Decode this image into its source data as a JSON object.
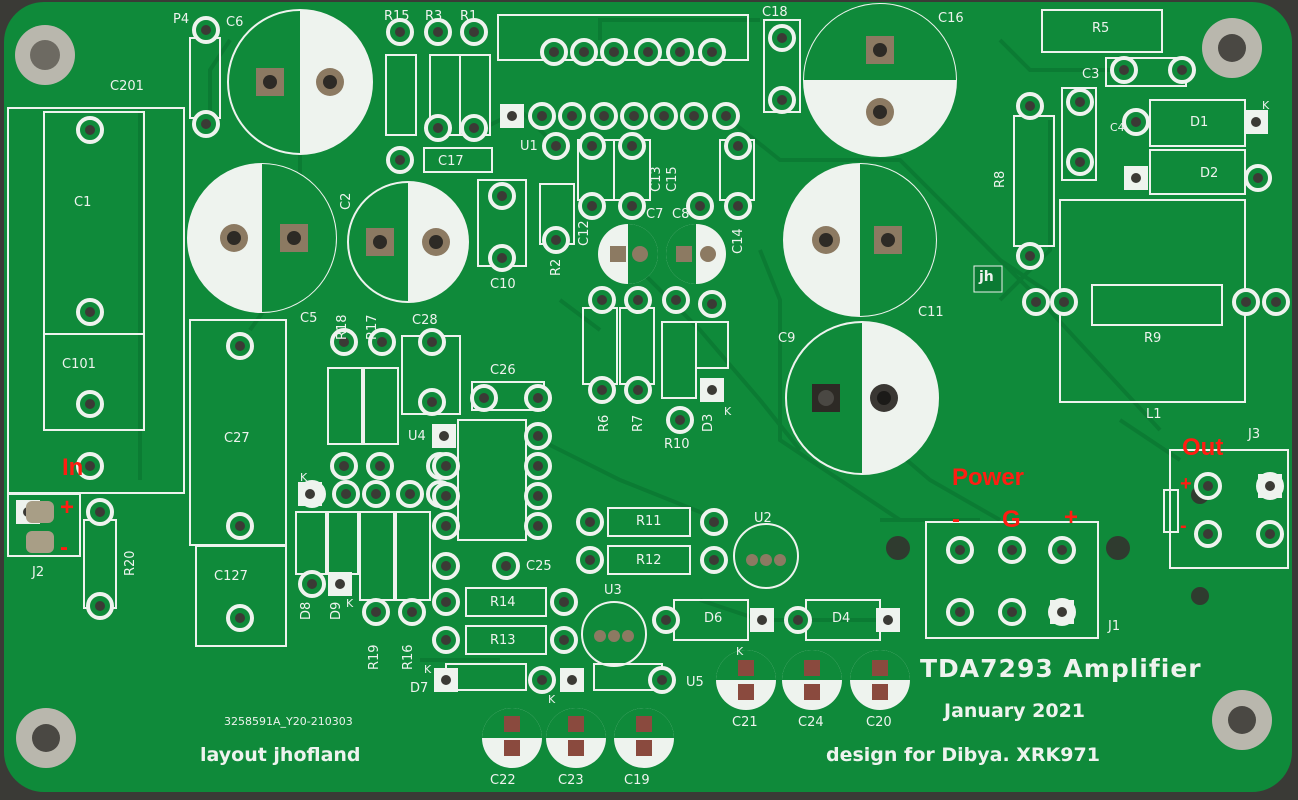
{
  "board": {
    "title": "TDA7293 Amplifier",
    "date": "January 2021",
    "credit": "design for Dibya. XRK971",
    "layout_credit": "layout jhofland",
    "serial": "3258591A_Y20-210303",
    "logo": "jh",
    "colors": {
      "pcb": "#0f8a3a",
      "silk": "#eef3ee",
      "note": "#ff1d12",
      "copper": "#7a5a3a"
    }
  },
  "annotations": {
    "in": "In",
    "in_plus": "+",
    "in_minus": "-",
    "power": "Power",
    "power_minus": "-",
    "power_g": "G",
    "power_plus": "+",
    "out": "Out",
    "out_plus": "+",
    "out_minus": "-"
  },
  "labels": {
    "c201": "C201",
    "c1": "C1",
    "c101": "C101",
    "c27": "C27",
    "c127": "C127",
    "c6": "C6",
    "c5": "C5",
    "c2": "C2",
    "p4": "P4",
    "r15": "R15",
    "r3": "R3",
    "r1": "R1",
    "c17": "C17",
    "u1": "U1",
    "c18": "C18",
    "c16": "C16",
    "r5": "R5",
    "c3": "C3",
    "c4": "C4",
    "d1": "D1",
    "d2": "D2",
    "r8": "R8",
    "c10": "C10",
    "r2": "R2",
    "c12": "C12",
    "c13": "C13",
    "c15": "C15",
    "c7": "C7",
    "c8": "C8",
    "c14": "C14",
    "c11": "C11",
    "r9": "R9",
    "l1": "L1",
    "r18": "R18",
    "r17": "R17",
    "c28": "C28",
    "c26": "C26",
    "u4": "U4",
    "r6": "R6",
    "r7": "R7",
    "r10": "R10",
    "d3": "D3",
    "c9": "C9",
    "j3": "J3",
    "j2": "J2",
    "r20": "R20",
    "r11": "R11",
    "r12": "R12",
    "u2": "U2",
    "c25": "C25",
    "r14": "R14",
    "r13": "R13",
    "u3": "U3",
    "d6": "D6",
    "d4": "D4",
    "j1": "J1",
    "d8": "D8",
    "d9": "D9",
    "r19": "R19",
    "r16": "R16",
    "d7": "D7",
    "u5": "U5",
    "c21": "C21",
    "c24": "C24",
    "c20": "C20",
    "c22": "C22",
    "c23": "C23",
    "c19": "C19",
    "k": "K"
  }
}
